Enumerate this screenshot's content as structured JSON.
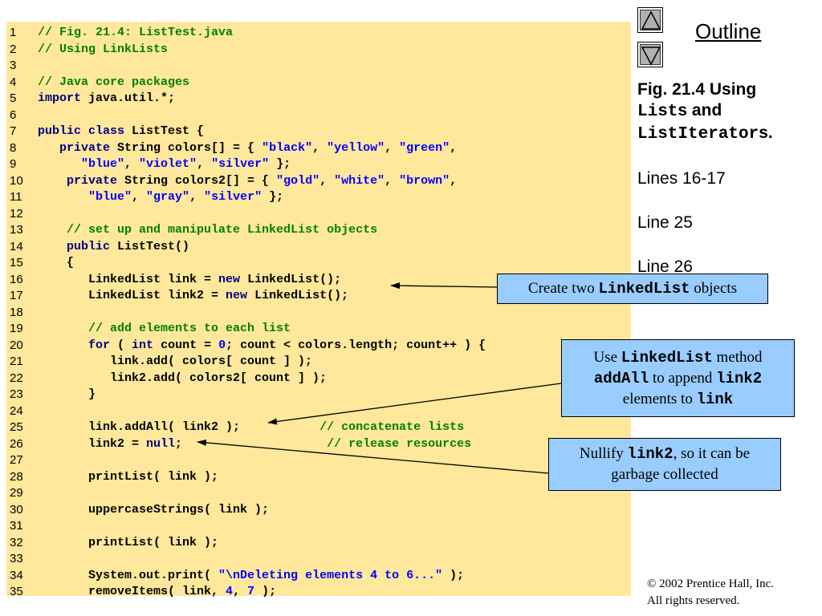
{
  "nav": {
    "outline_label": "Outline"
  },
  "caption": {
    "line1": "Fig. 21.4   Using",
    "mono1": "List",
    "text2": "s and",
    "mono2": "ListIterator",
    "text3": "s."
  },
  "side_lines": [
    "Lines 16-17",
    "Line 25",
    "Line 26"
  ],
  "callouts": {
    "c1": {
      "pre": "Create two ",
      "mono": "LinkedList",
      "post": " objects"
    },
    "c2": {
      "pre": "Use ",
      "mono1": "LinkedList",
      "mid1": " method",
      "mono2": "addAll",
      "mid2": " to append ",
      "mono3": "link2",
      "mid3": "elements to ",
      "mono4": "link"
    },
    "c3": {
      "pre": "Nullify ",
      "mono": "link2",
      "post": ", so it can be",
      "line2": "garbage collected"
    }
  },
  "copyright": {
    "line1": "© 2002 Prentice Hall, Inc.",
    "line2": "All rights reserved."
  },
  "code_lines": [
    {
      "n": "1",
      "t": [
        [
          "c",
          "// Fig. 21.4: ListTest.java"
        ]
      ]
    },
    {
      "n": "2",
      "t": [
        [
          "c",
          "// Using LinkLists"
        ]
      ]
    },
    {
      "n": "3",
      "t": []
    },
    {
      "n": "4",
      "t": [
        [
          "c",
          "// Java core packages"
        ]
      ]
    },
    {
      "n": "5",
      "t": [
        [
          "k",
          "import"
        ],
        [
          "p",
          " java.util.*;"
        ]
      ]
    },
    {
      "n": "6",
      "t": []
    },
    {
      "n": "7",
      "t": [
        [
          "k",
          "public class"
        ],
        [
          "p",
          " ListTest {"
        ]
      ]
    },
    {
      "n": "8",
      "t": [
        [
          "p",
          "   "
        ],
        [
          "k",
          "private"
        ],
        [
          "p",
          " String colors[] = { "
        ],
        [
          "s",
          "\"black\""
        ],
        [
          "p",
          ", "
        ],
        [
          "s",
          "\"yellow\""
        ],
        [
          "p",
          ", "
        ],
        [
          "s",
          "\"green\""
        ],
        [
          "p",
          ","
        ]
      ]
    },
    {
      "n": "9",
      "t": [
        [
          "p",
          "      "
        ],
        [
          "s",
          "\"blue\""
        ],
        [
          "p",
          ", "
        ],
        [
          "s",
          "\"violet\""
        ],
        [
          "p",
          ", "
        ],
        [
          "s",
          "\"silver\""
        ],
        [
          "p",
          " };"
        ]
      ]
    },
    {
      "n": "10",
      "t": [
        [
          "p",
          "    "
        ],
        [
          "k",
          "private"
        ],
        [
          "p",
          " String colors2[] = { "
        ],
        [
          "s",
          "\"gold\""
        ],
        [
          "p",
          ", "
        ],
        [
          "s",
          "\"white\""
        ],
        [
          "p",
          ", "
        ],
        [
          "s",
          "\"brown\""
        ],
        [
          "p",
          ","
        ]
      ]
    },
    {
      "n": "11",
      "t": [
        [
          "p",
          "       "
        ],
        [
          "s",
          "\"blue\""
        ],
        [
          "p",
          ", "
        ],
        [
          "s",
          "\"gray\""
        ],
        [
          "p",
          ", "
        ],
        [
          "s",
          "\"silver\""
        ],
        [
          "p",
          " };"
        ]
      ]
    },
    {
      "n": "12",
      "t": []
    },
    {
      "n": "13",
      "t": [
        [
          "p",
          "    "
        ],
        [
          "c",
          "// set up and manipulate LinkedList objects"
        ]
      ]
    },
    {
      "n": "14",
      "t": [
        [
          "p",
          "    "
        ],
        [
          "k",
          "public"
        ],
        [
          "p",
          " ListTest()"
        ]
      ]
    },
    {
      "n": "15",
      "t": [
        [
          "p",
          "    {"
        ]
      ]
    },
    {
      "n": "16",
      "t": [
        [
          "p",
          "       LinkedList link = "
        ],
        [
          "k",
          "new"
        ],
        [
          "p",
          " LinkedList();"
        ]
      ]
    },
    {
      "n": "17",
      "t": [
        [
          "p",
          "       LinkedList link2 = "
        ],
        [
          "k",
          "new"
        ],
        [
          "p",
          " LinkedList();"
        ]
      ]
    },
    {
      "n": "18",
      "t": []
    },
    {
      "n": "19",
      "t": [
        [
          "p",
          "       "
        ],
        [
          "c",
          "// add elements to each list"
        ]
      ]
    },
    {
      "n": "20",
      "t": [
        [
          "p",
          "       "
        ],
        [
          "k",
          "for"
        ],
        [
          "p",
          " ( "
        ],
        [
          "k",
          "int"
        ],
        [
          "p",
          " count = "
        ],
        [
          "s",
          "0"
        ],
        [
          "p",
          "; count < colors.length; count++ ) {"
        ]
      ]
    },
    {
      "n": "21",
      "t": [
        [
          "p",
          "          link.add( colors[ count ] );"
        ]
      ]
    },
    {
      "n": "22",
      "t": [
        [
          "p",
          "          link2.add( colors2[ count ] );"
        ]
      ]
    },
    {
      "n": "23",
      "t": [
        [
          "p",
          "       }"
        ]
      ]
    },
    {
      "n": "24",
      "t": []
    },
    {
      "n": "25",
      "t": [
        [
          "p",
          "       link.addAll( link2 );           "
        ],
        [
          "c",
          "// concatenate lists"
        ]
      ]
    },
    {
      "n": "26",
      "t": [
        [
          "p",
          "       link2 = "
        ],
        [
          "k",
          "null"
        ],
        [
          "p",
          ";                    "
        ],
        [
          "c",
          "// release resources"
        ]
      ]
    },
    {
      "n": "27",
      "t": []
    },
    {
      "n": "28",
      "t": [
        [
          "p",
          "       printList( link );"
        ]
      ]
    },
    {
      "n": "29",
      "t": []
    },
    {
      "n": "30",
      "t": [
        [
          "p",
          "       uppercaseStrings( link );"
        ]
      ]
    },
    {
      "n": "31",
      "t": []
    },
    {
      "n": "32",
      "t": [
        [
          "p",
          "       printList( link );"
        ]
      ]
    },
    {
      "n": "33",
      "t": []
    },
    {
      "n": "34",
      "t": [
        [
          "p",
          "       System.out.print( "
        ],
        [
          "s",
          "\"\\nDeleting elements 4 to 6...\""
        ],
        [
          "p",
          " );"
        ]
      ]
    },
    {
      "n": "35",
      "t": [
        [
          "p",
          "       removeItems( link, "
        ],
        [
          "s",
          "4"
        ],
        [
          "p",
          ", "
        ],
        [
          "s",
          "7"
        ],
        [
          "p",
          " );"
        ]
      ]
    }
  ]
}
